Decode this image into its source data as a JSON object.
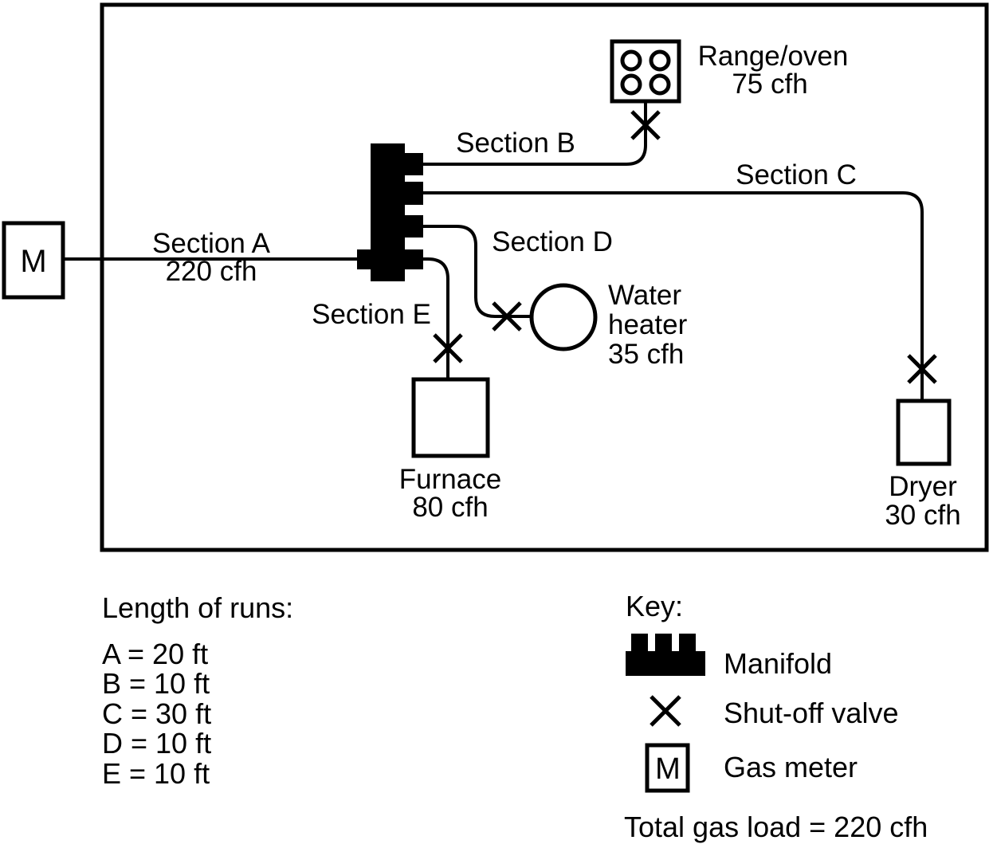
{
  "diagram": {
    "meter_symbol": "M",
    "sections": {
      "a": {
        "label": "Section A",
        "flow": "220 cfh"
      },
      "b": {
        "label": "Section B"
      },
      "c": {
        "label": "Section C"
      },
      "d": {
        "label": "Section D"
      },
      "e": {
        "label": "Section E"
      }
    },
    "appliances": {
      "range_oven": {
        "name": "Range/oven",
        "flow": "75 cfh"
      },
      "water_heater": {
        "name_line1": "Water",
        "name_line2": "heater",
        "flow": "35 cfh"
      },
      "furnace": {
        "name": "Furnace",
        "flow": "80 cfh"
      },
      "dryer": {
        "name": "Dryer",
        "flow": "30 cfh"
      }
    }
  },
  "lengths": {
    "title": "Length of runs:",
    "items": [
      "A = 20 ft",
      "B = 10 ft",
      "C = 30 ft",
      "D = 10 ft",
      "E = 10 ft"
    ]
  },
  "key": {
    "title": "Key:",
    "manifold_label": "Manifold",
    "valve_label": "Shut-off valve",
    "meter_label": "Gas meter",
    "meter_symbol": "M",
    "total": "Total gas load = 220 cfh"
  },
  "colors": {
    "ink": "#000000",
    "background": "#ffffff"
  }
}
